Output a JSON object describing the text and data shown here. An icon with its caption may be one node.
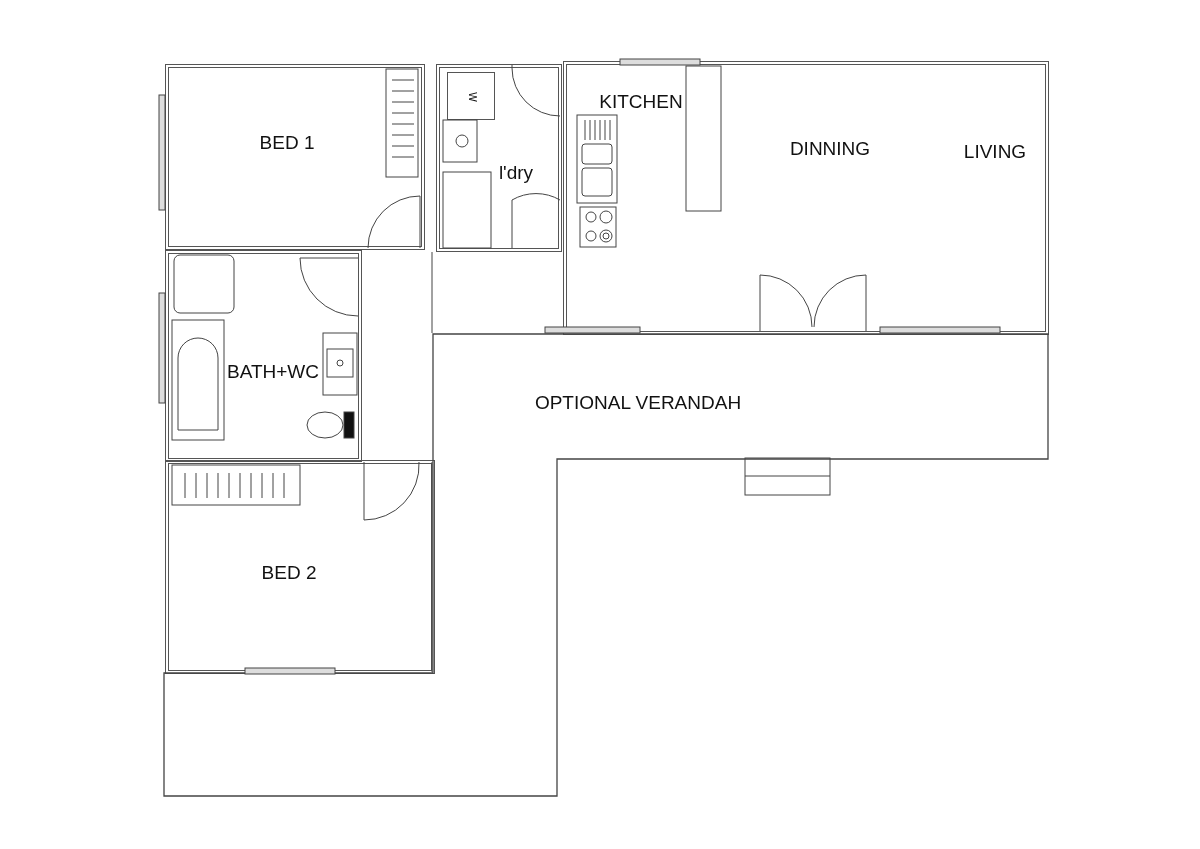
{
  "diagram": {
    "nodes": [
      {
        "text": [
          "BED 1"
        ]
      },
      {
        "text": [
          "l'dry"
        ]
      },
      {
        "text": [
          "W"
        ],
        "in": 1
      },
      {
        "text": [
          "KITCHEN",
          "DINNING",
          "LIVING"
        ]
      },
      {
        "text": [
          "BATH+WC"
        ]
      },
      {
        "text": [
          "BED 2"
        ]
      },
      {
        "text": [
          "OPTIONAL VERANDAH"
        ]
      }
    ]
  }
}
